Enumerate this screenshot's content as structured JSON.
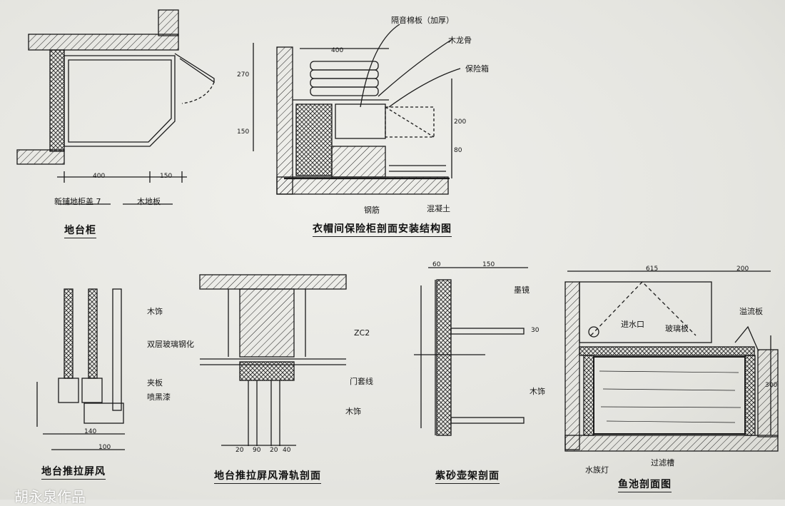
{
  "drawings": [
    {
      "title": "地台柜",
      "labels": [
        "新铺地柜盖 7",
        "木地板"
      ],
      "dims": [
        "400",
        "150"
      ]
    },
    {
      "title": "衣帽间保险柜剖面安装结构图",
      "labels": [
        "隔音棉板（加厚）",
        "木龙骨",
        "保险箱",
        "钢筋",
        "混凝土"
      ],
      "dims": [
        "400",
        "270",
        "150",
        "200",
        "80"
      ]
    },
    {
      "title": "地台推拉屏风",
      "labels": [
        "木饰",
        "双层玻璃钢化",
        "夹板",
        "喷黑漆"
      ],
      "dims": [
        "140",
        "100"
      ]
    },
    {
      "title": "地台推拉屏风滑轨剖面",
      "labels": [
        "ZC2",
        "门套线",
        "木饰"
      ],
      "dims": [
        "20",
        "90",
        "20",
        "40"
      ]
    },
    {
      "title": "紫砂壶架剖面",
      "labels": [
        "墨镜",
        "木饰"
      ],
      "dims": [
        "60",
        "150",
        "30"
      ]
    },
    {
      "title": "鱼池剖面图",
      "labels": [
        "进水口",
        "玻璃板",
        "水族灯",
        "过滤槽",
        "溢流板"
      ],
      "dims": [
        "615",
        "200",
        "300"
      ]
    }
  ],
  "watermark": "胡永泉作品"
}
